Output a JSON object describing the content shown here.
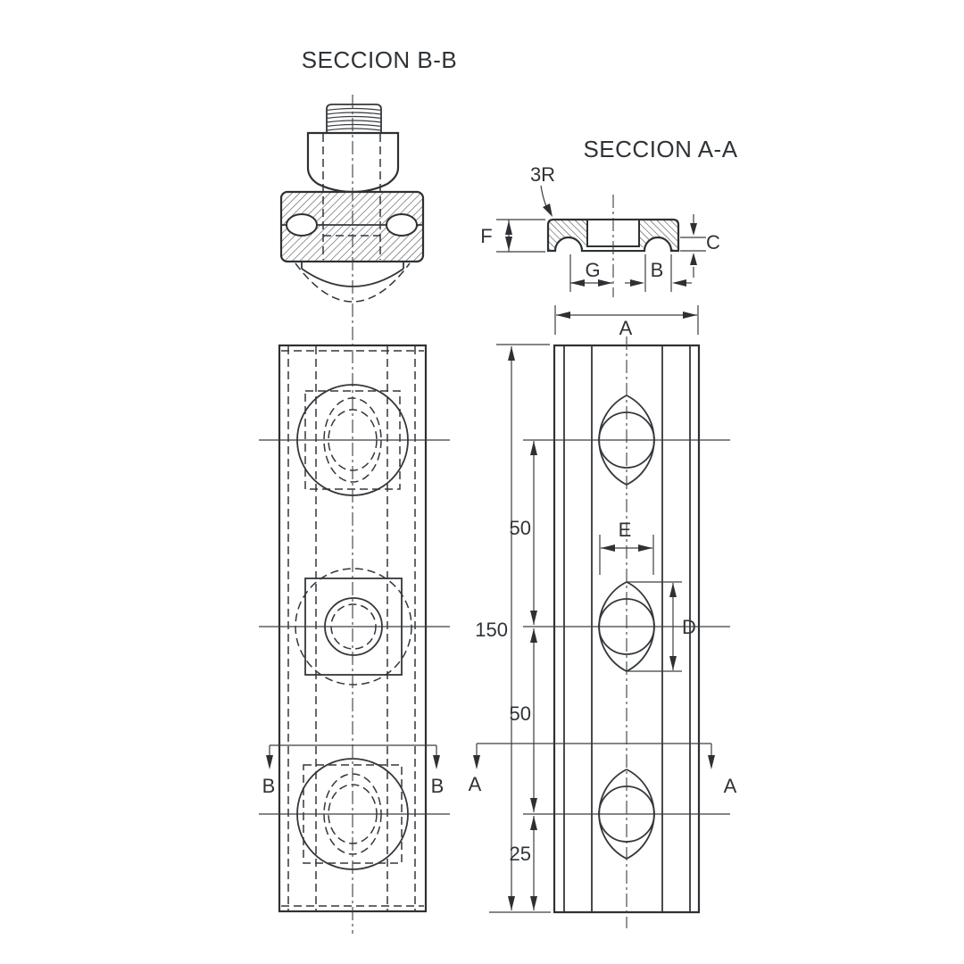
{
  "drawing": {
    "titles": {
      "section_bb": "SECCION B-B",
      "section_aa": "SECCION A-A"
    },
    "section_aa_labels": {
      "corner_radius": "3R",
      "flange_height": "F",
      "lip_height": "C",
      "slot_g": "G",
      "slot_b": "B"
    },
    "plan_labels": {
      "width": "A",
      "slot_width": "E",
      "hole_length": "D"
    },
    "vertical_dims": {
      "total_height": "150",
      "spacing_upper": "50",
      "spacing_lower": "50",
      "end_offset": "25"
    },
    "cut_markers": {
      "bb_left": "B",
      "bb_right": "B",
      "aa_left": "A",
      "aa_right": "A"
    },
    "colors": {
      "line": "#3a3d41",
      "text": "#2f3337",
      "background": "#ffffff"
    }
  }
}
